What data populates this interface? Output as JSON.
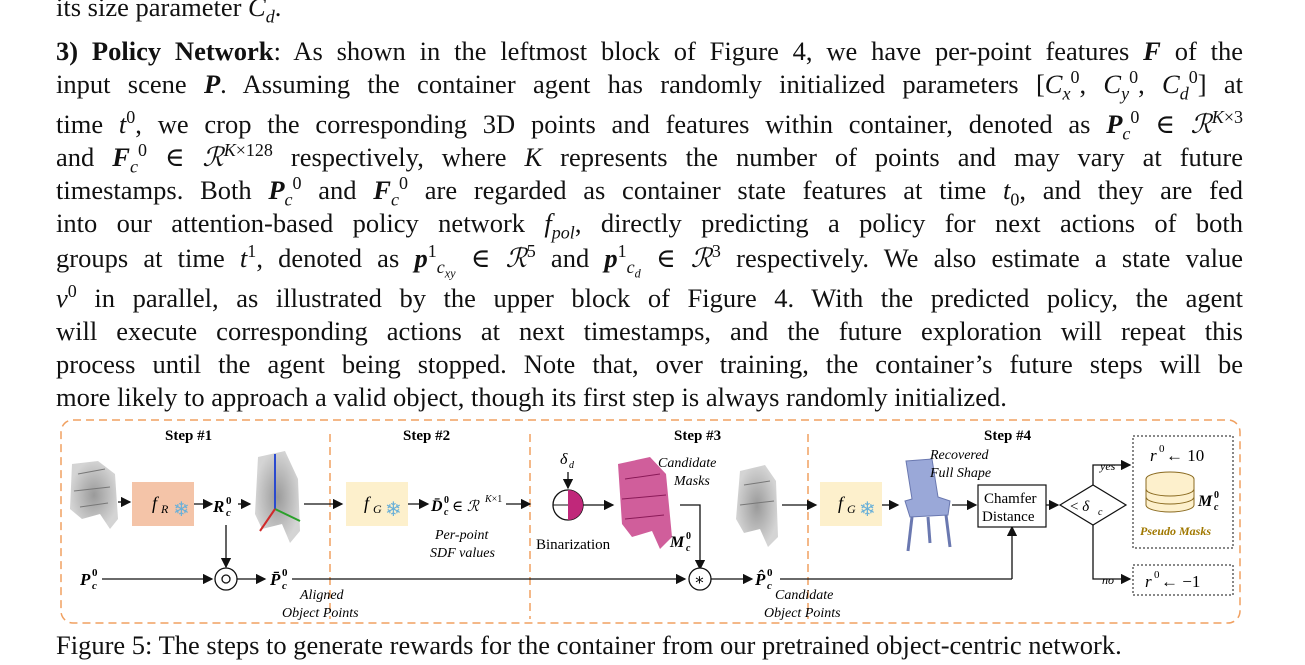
{
  "paragraph": {
    "line0": "its size parameter ",
    "line0_math": "C",
    "line0_sub": "d",
    "heading": "3) Policy Network",
    "line1_rest": ": As shown in the leftmost block of Figure 4, we have per-point features ",
    "line1_end": " of the",
    "line2_a": "input scene ",
    "line2_b": ". Assuming the container agent has randomly initialized parameters ",
    "line2_end": " at",
    "line3_a": "time ",
    "line3_b": ", we crop the corresponding 3D points and features within container, denoted as ",
    "line4_a": "and ",
    "line4_b": " respectively, where ",
    "line4_c": " represents the number of points and may vary at future",
    "line5_a": "timestamps. Both ",
    "line5_b": " and ",
    "line5_c": " are regarded as container state features at time ",
    "line5_d": ", and they are fed",
    "line6_a": "into our attention-based policy network ",
    "line6_b": ", directly predicting a policy for next actions of both",
    "line7_a": "groups at time ",
    "line7_b": ", denoted as ",
    "line7_c": " and ",
    "line7_d": " respectively. We also estimate a state value",
    "line8_b": " in parallel, as illustrated by the upper block of Figure 4. With the predicted policy, the agent",
    "line9": "will execute corresponding actions at next timestamps, and the future exploration will repeat this",
    "line10": "process until the agent being stopped. Note that, over training, the container’s future steps will be",
    "line11": "more likely to approach a valid object, though its first step is always randomly initialized."
  },
  "figure": {
    "step1": "Step #1",
    "step2": "Step #2",
    "step3": "Step #3",
    "step4": "Step #4",
    "per_point": "Per-point",
    "sdf_values": "SDF values",
    "binarization": "Binarization",
    "candidate": "Candidate",
    "masks": "Masks",
    "recovered": "Recovered",
    "full_shape": "Full Shape",
    "chamfer": "Chamfer",
    "distance": "Distance",
    "yes": "yes",
    "no": "no",
    "pseudo_masks": "Pseudo Masks",
    "aligned": "Aligned",
    "object_points": "Object Points",
    "candidate2": "Candidate",
    "object_points2": "Object Points",
    "reward_pos": "10",
    "reward_neg": "−1"
  },
  "caption": "Figure 5: The steps to generate rewards for the container from our pretrained object-centric network.",
  "colors": {
    "dashed_border": "#f0a060",
    "f_r_box": "#f4c4a8",
    "f_g_box": "#fdf0cc",
    "mask_pink": "#c0287a",
    "chair_blue": "#9aa8d8",
    "pseudo_gold": "#a07800"
  }
}
